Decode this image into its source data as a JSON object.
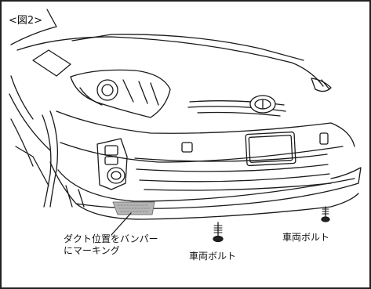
{
  "figure": {
    "label": "<図2>"
  },
  "callouts": {
    "duct_marking_line1": "ダクト位置をバンパー",
    "duct_marking_line2": "にマーキング",
    "bolt_right": "車両ボルト",
    "bolt_bottom": "車両ボルト"
  },
  "colors": {
    "frame": "#222222",
    "line": "#1a1a1a",
    "marking": "#9a9a9a",
    "background": "#ffffff"
  }
}
